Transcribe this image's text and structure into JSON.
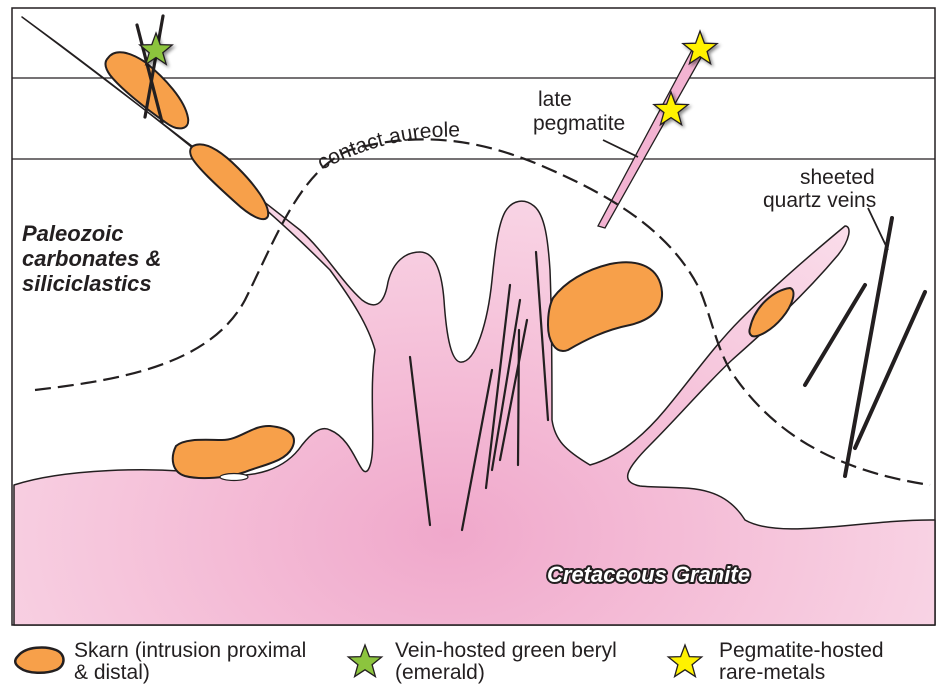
{
  "labels": {
    "contact_aureole": "contact aureole",
    "late_pegmatite_line1": "late",
    "late_pegmatite_line2": "pegmatite",
    "sheeted_line1": "sheeted",
    "sheeted_line2": "quartz veins",
    "host_line1": "Paleozoic",
    "host_line2": "carbonates &",
    "host_line3": "siliciclastics",
    "granite": "Cretaceous Granite"
  },
  "legend": {
    "skarn": "Skarn (intrusion proximal\n& distal)",
    "beryl": "Vein-hosted green beryl\n(emerald)",
    "pegmatite": "Pegmatite-hosted\nrare-metals"
  },
  "colors": {
    "granite": "#f3b3d2",
    "skarn": "#f7a04a",
    "beryl_star": "#8cc43e",
    "pegmatite_star": "#fff200",
    "outline": "#231f20"
  }
}
